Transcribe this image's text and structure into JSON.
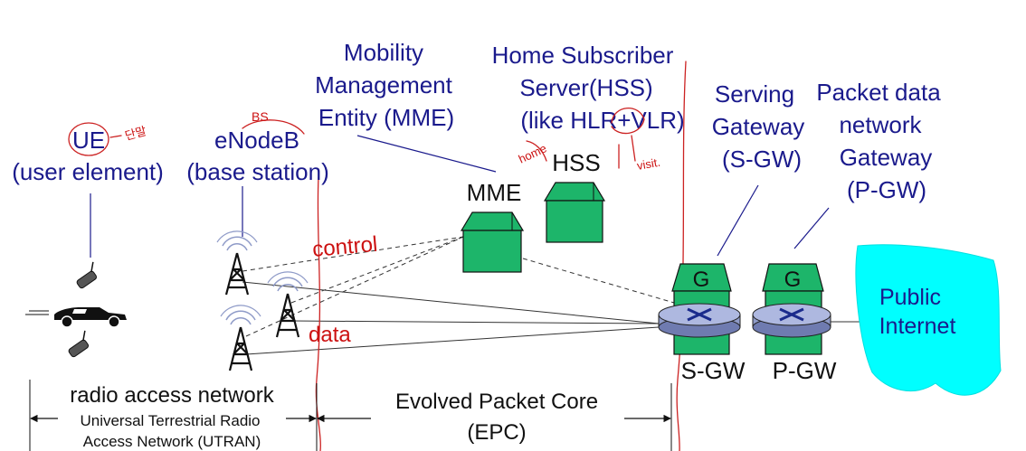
{
  "labels": {
    "ue_title": "UE",
    "ue_subtitle": "(user element)",
    "enodeb_title": "eNodeB",
    "enodeb_subtitle": "(base station)",
    "mme_desc": [
      "Mobility",
      "Management",
      "Entity (MME)"
    ],
    "hss_desc": [
      "Home Subscriber",
      "Server(HSS)",
      "(like HLR+VLR)"
    ],
    "sgw_desc": [
      "Serving",
      "Gateway",
      "(S-GW)"
    ],
    "pgw_desc": [
      "Packet data",
      "network",
      "Gateway",
      "(P-GW)"
    ],
    "mme_node": "MME",
    "hss_node": "HSS",
    "gw_letter": "G",
    "sgw_node": "S-GW",
    "pgw_node": "P-GW",
    "internet": [
      "Public",
      "Internet"
    ],
    "control": "control",
    "data": "data",
    "ran_title": "radio access network",
    "ran_sub": [
      "Universal Terrestrial Radio",
      "Access Network (UTRAN)"
    ],
    "epc": [
      "Evolved Packet Core",
      "(EPC)"
    ]
  },
  "annotations": {
    "ue_note": "단말",
    "bs_note": "BS",
    "home_note": "home",
    "visit_note": "visit."
  },
  "colors": {
    "label_blue": "#1a1a8c",
    "annotation_red": "#cc1111",
    "node_green": "#1db56a",
    "internet_cyan": "#00ffff",
    "router_blue": "#8f9bc8"
  }
}
